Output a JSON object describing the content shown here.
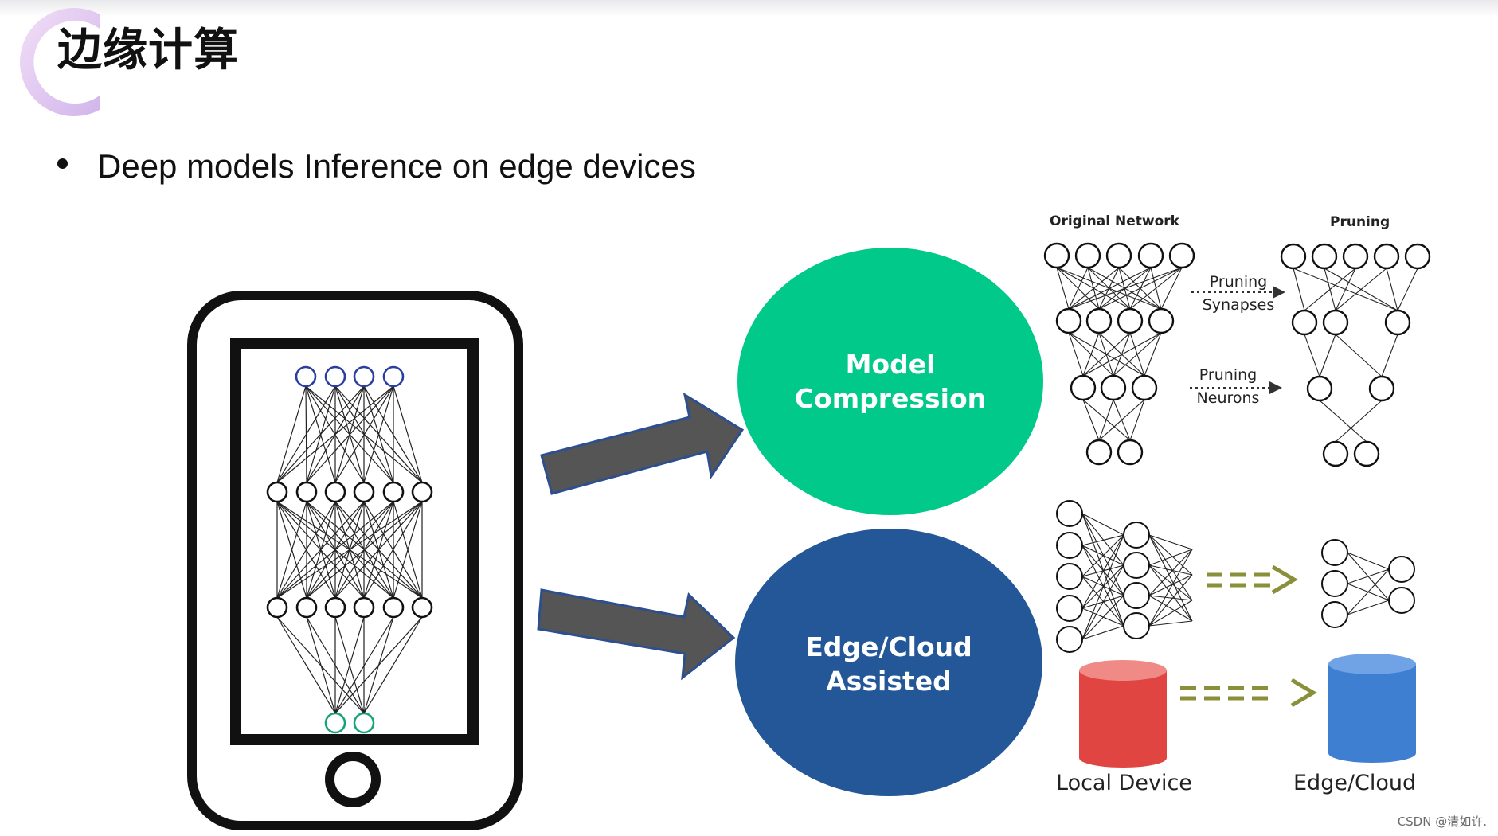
{
  "slide": {
    "title": "边缘计算",
    "bullet": "Deep models Inference on edge devices"
  },
  "diagram": {
    "circle_compression": {
      "line1": "Model",
      "line2": "Compression"
    },
    "circle_edge": {
      "line1": "Edge/Cloud",
      "line2": "Assisted"
    },
    "pruning": {
      "original_label": "Original Network",
      "pruned_label": "Pruning",
      "synapses_line1": "Pruning",
      "synapses_line2": "Synapses",
      "neurons_line1": "Pruning",
      "neurons_line2": "Neurons"
    },
    "local_device_label": "Local Device",
    "edge_cloud_label": "Edge/Cloud"
  },
  "watermark": "CSDN @清如许.",
  "colors": {
    "compression": "#00c989",
    "edge_assisted": "#245798",
    "arrow": "#555555",
    "arrow_edge": "#2d4f8f",
    "local_device": "#e04542",
    "edge_cloud": "#3f7fd2",
    "dashed_arrow": "#8a8f3a",
    "input_neuron": "#2a3e9e",
    "output_neuron": "#17a37a"
  }
}
